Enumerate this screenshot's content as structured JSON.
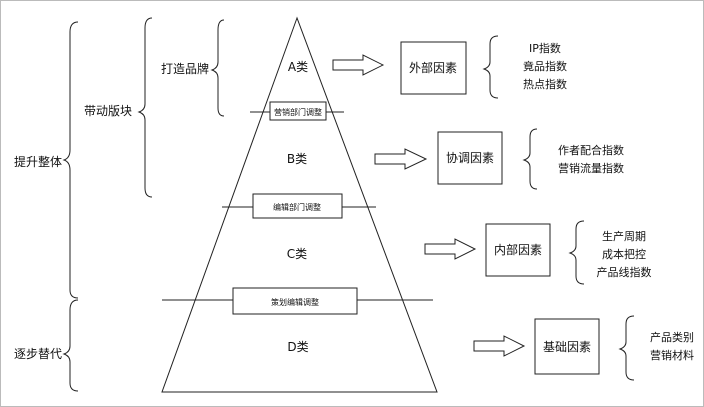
{
  "left": {
    "top_group": "提升整体",
    "bottom_group": "逐步替代",
    "sub_group": "带动版块",
    "brand": "打造品牌"
  },
  "pyramid": {
    "levels": [
      "A类",
      "B类",
      "C类",
      "D类"
    ],
    "bands": [
      "营销部门调整",
      "编辑部门调整",
      "策划编辑调整"
    ]
  },
  "factors": [
    {
      "name": "外部因素",
      "items": [
        "IP指数",
        "竟品指数",
        "热点指数"
      ]
    },
    {
      "name": "协调因素",
      "items": [
        "作者配合指数",
        "营销流量指数"
      ]
    },
    {
      "name": "内部因素",
      "items": [
        "生产周期",
        "成本把控",
        "产品线指数"
      ]
    },
    {
      "name": "基础因素",
      "items": [
        "产品类别",
        "营销材料"
      ]
    }
  ]
}
